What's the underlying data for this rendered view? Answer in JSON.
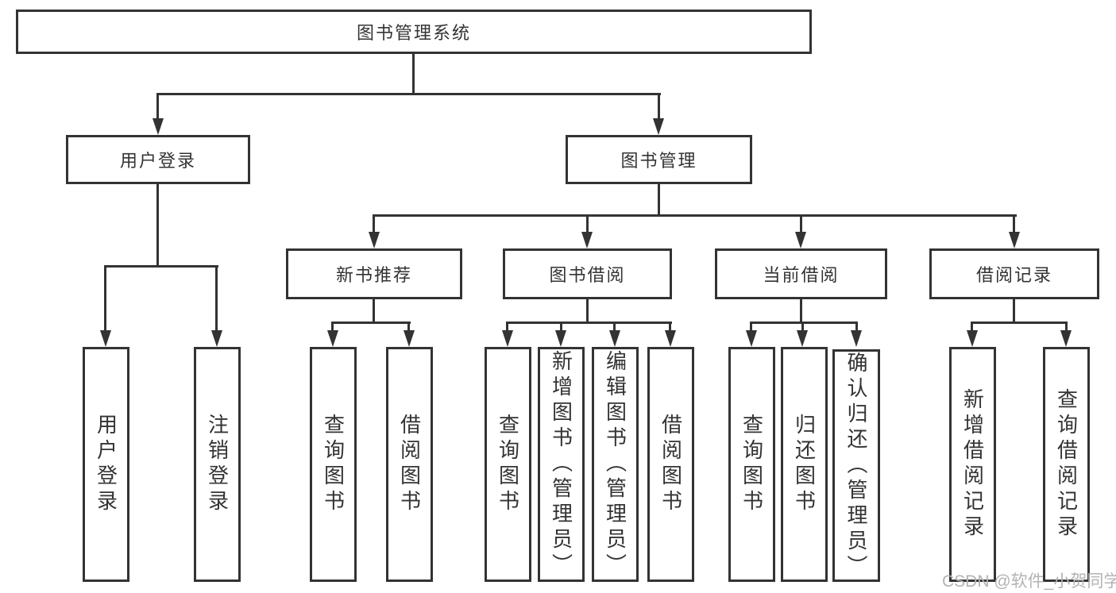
{
  "diagram": {
    "type": "tree",
    "tree": {
      "root": {
        "label": "图书管理系统"
      },
      "branches": [
        {
          "label": "用户登录",
          "children": [
            {
              "label": "用户登录"
            },
            {
              "label": "注销登录"
            }
          ]
        },
        {
          "label": "图书管理",
          "children": [
            {
              "label": "新书推荐",
              "children": [
                {
                  "label": "查询图书"
                },
                {
                  "label": "借阅图书"
                }
              ]
            },
            {
              "label": "图书借阅",
              "children": [
                {
                  "label": "查询图书"
                },
                {
                  "label": "新增图书（管理员）"
                },
                {
                  "label": "编辑图书（管理员）"
                },
                {
                  "label": "借阅图书"
                }
              ]
            },
            {
              "label": "当前借阅",
              "children": [
                {
                  "label": "查询图书"
                },
                {
                  "label": "归还图书"
                },
                {
                  "label": "确认归还（管理员）"
                }
              ]
            },
            {
              "label": "借阅记录",
              "children": [
                {
                  "label": "新增借阅记录"
                },
                {
                  "label": "查询借阅记录"
                }
              ]
            }
          ]
        }
      ]
    }
  },
  "watermark": "CSDN @软件_小贺同学",
  "colors": {
    "line": "#333333",
    "text": "#333333",
    "watermark": "#b3b3b3",
    "bg": "#ffffff"
  }
}
